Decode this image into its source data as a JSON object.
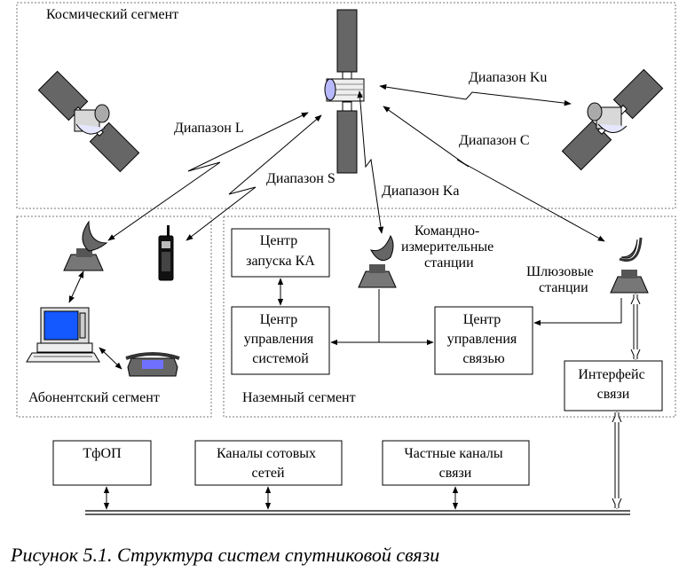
{
  "segments": {
    "space": "Космический сегмент",
    "subscriber": "Абонентский сегмент",
    "ground": "Наземный сегмент"
  },
  "bands": {
    "l": "Диапазон L",
    "s": "Диапазон S",
    "ka": "Диапазон Ka",
    "ku": "Диапазон Ku",
    "c": "Диапазон C"
  },
  "stations": {
    "command": [
      "Командно-",
      "измерительные",
      "станции"
    ],
    "gateway": [
      "Шлюзовые",
      "станции"
    ]
  },
  "boxes": {
    "launch_center": [
      "Центр",
      "запуска КА"
    ],
    "system_control": [
      "Центр",
      "управления",
      "системой"
    ],
    "comm_control": [
      "Центр",
      "управления",
      "связью"
    ],
    "interface": [
      "Интерфейс",
      "связи"
    ]
  },
  "networks": {
    "pstn": [
      "ТфОП"
    ],
    "cellular": [
      "Каналы сотовых",
      "сетей"
    ],
    "private": [
      "Частные каналы",
      "связи"
    ]
  },
  "caption": "Рисунок 5.1. Структура систем спутниковой связи"
}
